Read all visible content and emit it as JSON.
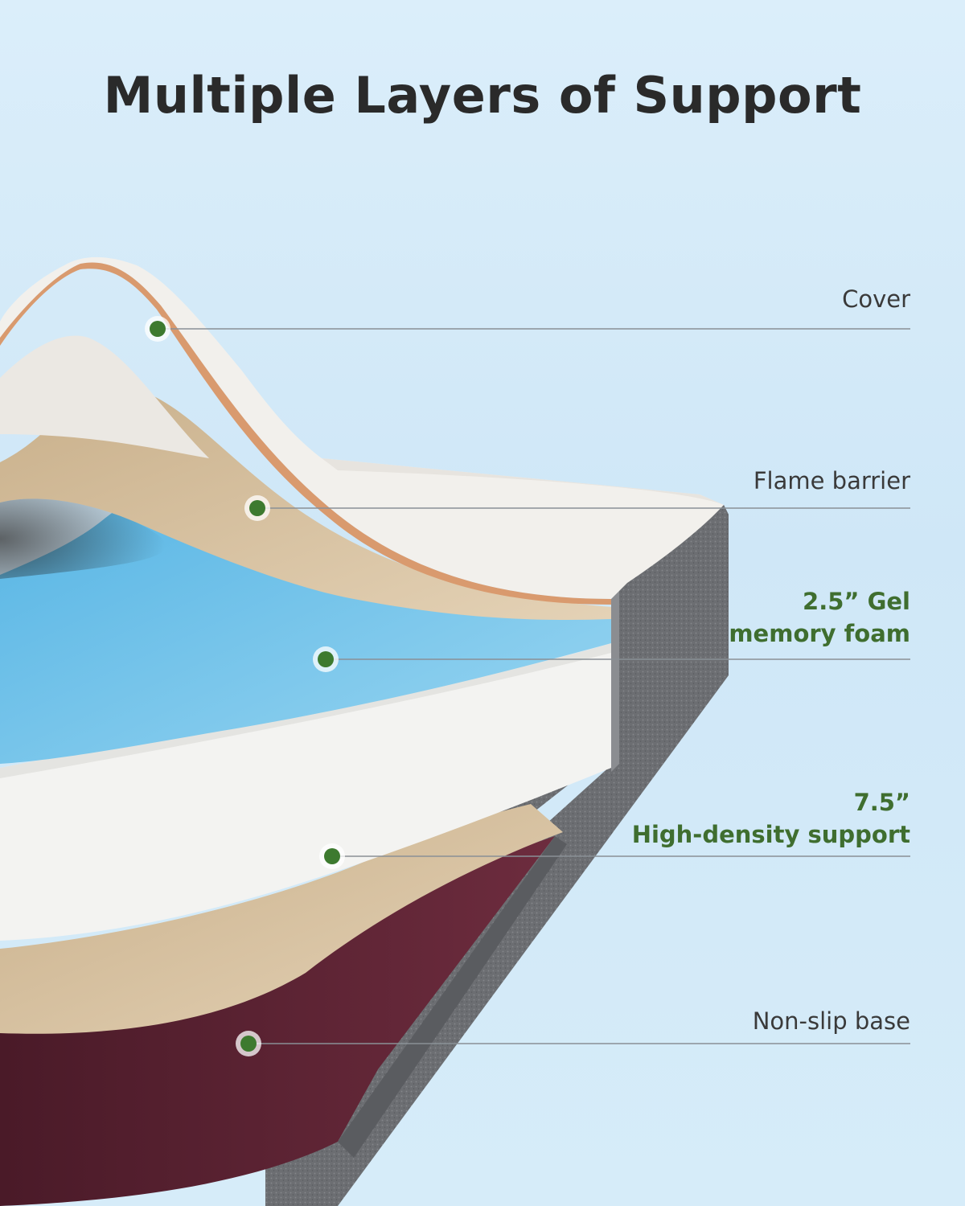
{
  "title": "Multiple Layers of Support",
  "colors": {
    "background": "#d3ebf8",
    "accent_green": "#3f6e2f",
    "dot_green": "#3d7a2f",
    "cover": "#f2f0ec",
    "flame_barrier": "#d8c3a2",
    "gel_foam": "#7fc8ec",
    "support_foam": "#f3f3f1",
    "base": "#5a2233",
    "side_fabric": "#6c6e72"
  },
  "layers": [
    {
      "label_line1": "Cover",
      "label_line2": "",
      "icon": "dot-marker"
    },
    {
      "label_line1": "Flame barrier",
      "label_line2": "",
      "icon": "dot-marker"
    },
    {
      "label_line1": "2.5” Gel",
      "label_line2": "memory foam",
      "icon": "dot-marker"
    },
    {
      "label_line1": "7.5”",
      "label_line2": "High-density support",
      "icon": "dot-marker"
    },
    {
      "label_line1": "Non-slip base",
      "label_line2": "",
      "icon": "dot-marker"
    }
  ]
}
